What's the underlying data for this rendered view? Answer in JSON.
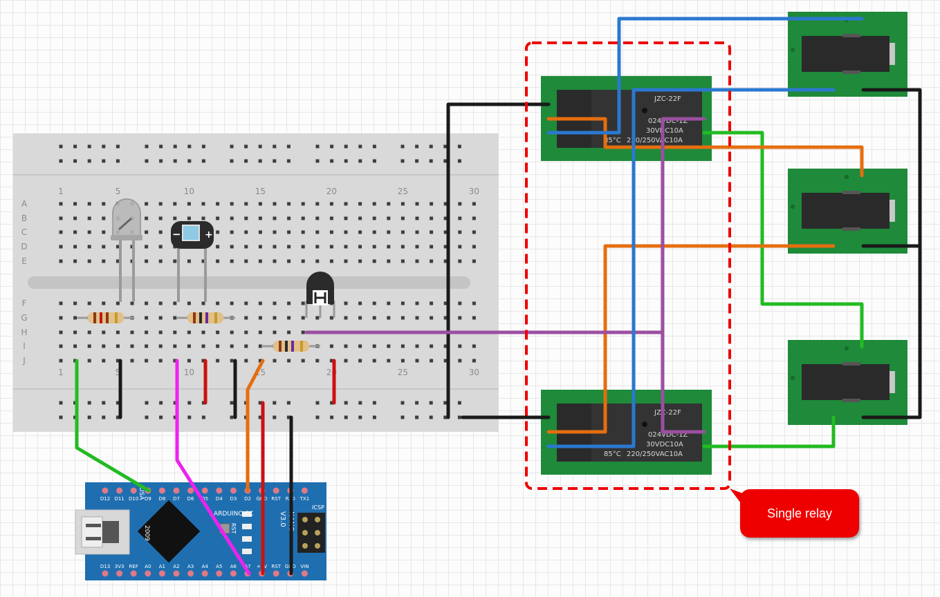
{
  "breadboard": {
    "column_numbers": [
      "1",
      "5",
      "10",
      "15",
      "20",
      "25",
      "30"
    ],
    "row_letters_top": [
      "A",
      "B",
      "C",
      "D",
      "E"
    ],
    "row_letters_bottom": [
      "F",
      "G",
      "H",
      "I",
      "J"
    ]
  },
  "relays": [
    {
      "model": "JZC-22F",
      "coil": "024VDC-1Z",
      "rating_dc": "30VDC10A",
      "rating_temp": "85°C",
      "rating_ac": "220/250VAC10A"
    },
    {
      "model": "JZC-22F",
      "coil": "024VDC-1Z",
      "rating_dc": "30VDC10A",
      "rating_temp": "85°C",
      "rating_ac": "220/250VAC10A"
    }
  ],
  "arduino": {
    "brand": "ARDUINO.CC",
    "board_name": "NANO",
    "version": "V3.0",
    "origin": "USA",
    "year": "2009",
    "icsp_label": "ICSP",
    "rst_label": "RST",
    "top_pins": [
      "D12",
      "D11",
      "D10",
      "D9",
      "D8",
      "D7",
      "D6",
      "D5",
      "D4",
      "D3",
      "D2",
      "GND",
      "RST",
      "RX0",
      "TX1"
    ],
    "bottom_pins": [
      "D13",
      "3V3",
      "REF",
      "A0",
      "A1",
      "A2",
      "A3",
      "A4",
      "A5",
      "A6",
      "A7",
      "+5V",
      "RST",
      "GND",
      "VIN"
    ]
  },
  "callout": {
    "label": "Single relay"
  },
  "colors": {
    "wire_black": "#1a1a1a",
    "wire_blue": "#2a78d0",
    "wire_orange": "#e56e10",
    "wire_green": "#22bb22",
    "wire_purple": "#9b4fa0",
    "wire_red": "#cc1111",
    "wire_magenta": "#ee22ee",
    "pcb_green": "#1e8a3a",
    "arduino_blue": "#1f6fb0",
    "highlight_red": "#ee0000"
  }
}
